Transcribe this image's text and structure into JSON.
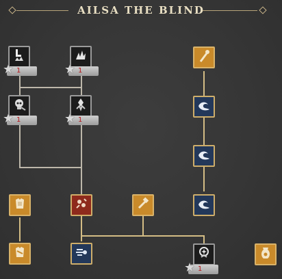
{
  "header": {
    "title": "AILSA THE BLIND"
  },
  "colors": {
    "line": "#c9c1b0",
    "gold_line": "#d4bd85"
  },
  "nodes": {
    "n1": {
      "icon": "shatter-icon",
      "rank": "1"
    },
    "n2": {
      "icon": "shards-icon",
      "rank": "1"
    },
    "n3": {
      "icon": "skull-icon",
      "rank": "1"
    },
    "n4": {
      "icon": "crystal-icon",
      "rank": "1"
    },
    "n5": {
      "icon": "staff-icon"
    },
    "n6": {
      "icon": "wave-icon"
    },
    "n7": {
      "icon": "wave-icon"
    },
    "n8": {
      "icon": "wave-icon"
    },
    "n9": {
      "icon": "armor-icon"
    },
    "n10": {
      "icon": "burst-icon"
    },
    "n11": {
      "icon": "hammer-icon"
    },
    "n12": {
      "icon": "armor-icon"
    },
    "n13": {
      "icon": "dash-icon"
    },
    "n14": {
      "icon": "sigil-icon",
      "rank": "1"
    },
    "n15": {
      "icon": "urn-icon"
    }
  }
}
